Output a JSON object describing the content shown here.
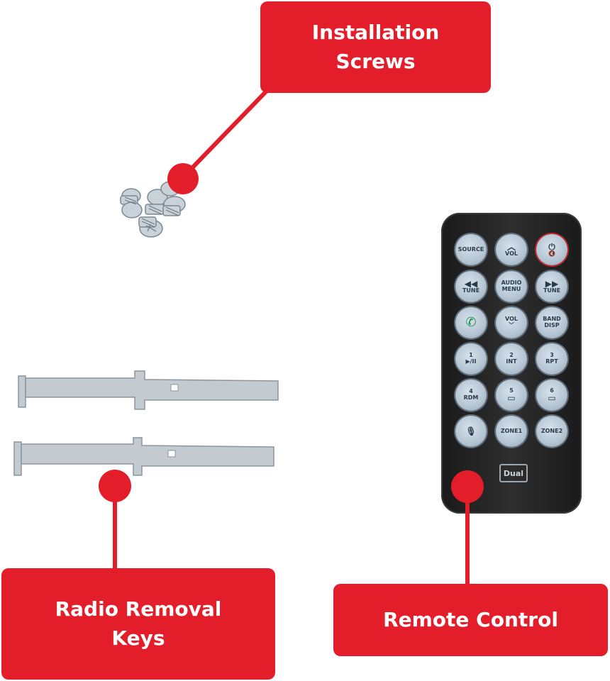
{
  "labels": {
    "screws": "Installation\nScrews",
    "keys": "Radio Removal\nKeys",
    "remote": "Remote Control"
  },
  "remote": {
    "logo": "Dual",
    "buttons": [
      {
        "id": "source",
        "icon": "",
        "text": "SOURCE"
      },
      {
        "id": "vol-up",
        "icon": "︿",
        "text": "VOL"
      },
      {
        "id": "power-mute",
        "icon": "⏻",
        "text": "🔇"
      },
      {
        "id": "tune-back",
        "icon": "◀◀",
        "text": "TUNE"
      },
      {
        "id": "audio-menu",
        "icon": "",
        "text": "AUDIO\nMENU"
      },
      {
        "id": "tune-fwd",
        "icon": "▶▶",
        "text": "TUNE"
      },
      {
        "id": "phone",
        "icon": "✆",
        "text": ""
      },
      {
        "id": "vol-down",
        "icon": "",
        "text": "VOL\n﹀"
      },
      {
        "id": "band-disp",
        "icon": "",
        "text": "BAND\nDISP"
      },
      {
        "id": "btn-1",
        "icon": "1",
        "text": "▶/II"
      },
      {
        "id": "btn-2",
        "icon": "2",
        "text": "INT"
      },
      {
        "id": "btn-3",
        "icon": "3",
        "text": "RPT"
      },
      {
        "id": "btn-4",
        "icon": "4",
        "text": "RDM"
      },
      {
        "id": "btn-5",
        "icon": "5",
        "text": "▭"
      },
      {
        "id": "btn-6",
        "icon": "6",
        "text": "▭"
      },
      {
        "id": "voice",
        "icon": "🎙",
        "text": ""
      },
      {
        "id": "zone1",
        "icon": "",
        "text": "ZONE1"
      },
      {
        "id": "zone2",
        "icon": "",
        "text": "ZONE2"
      }
    ]
  },
  "colors": {
    "accent": "#e31e2a",
    "remote_body": "#232323",
    "button": "#b9c9d6"
  }
}
